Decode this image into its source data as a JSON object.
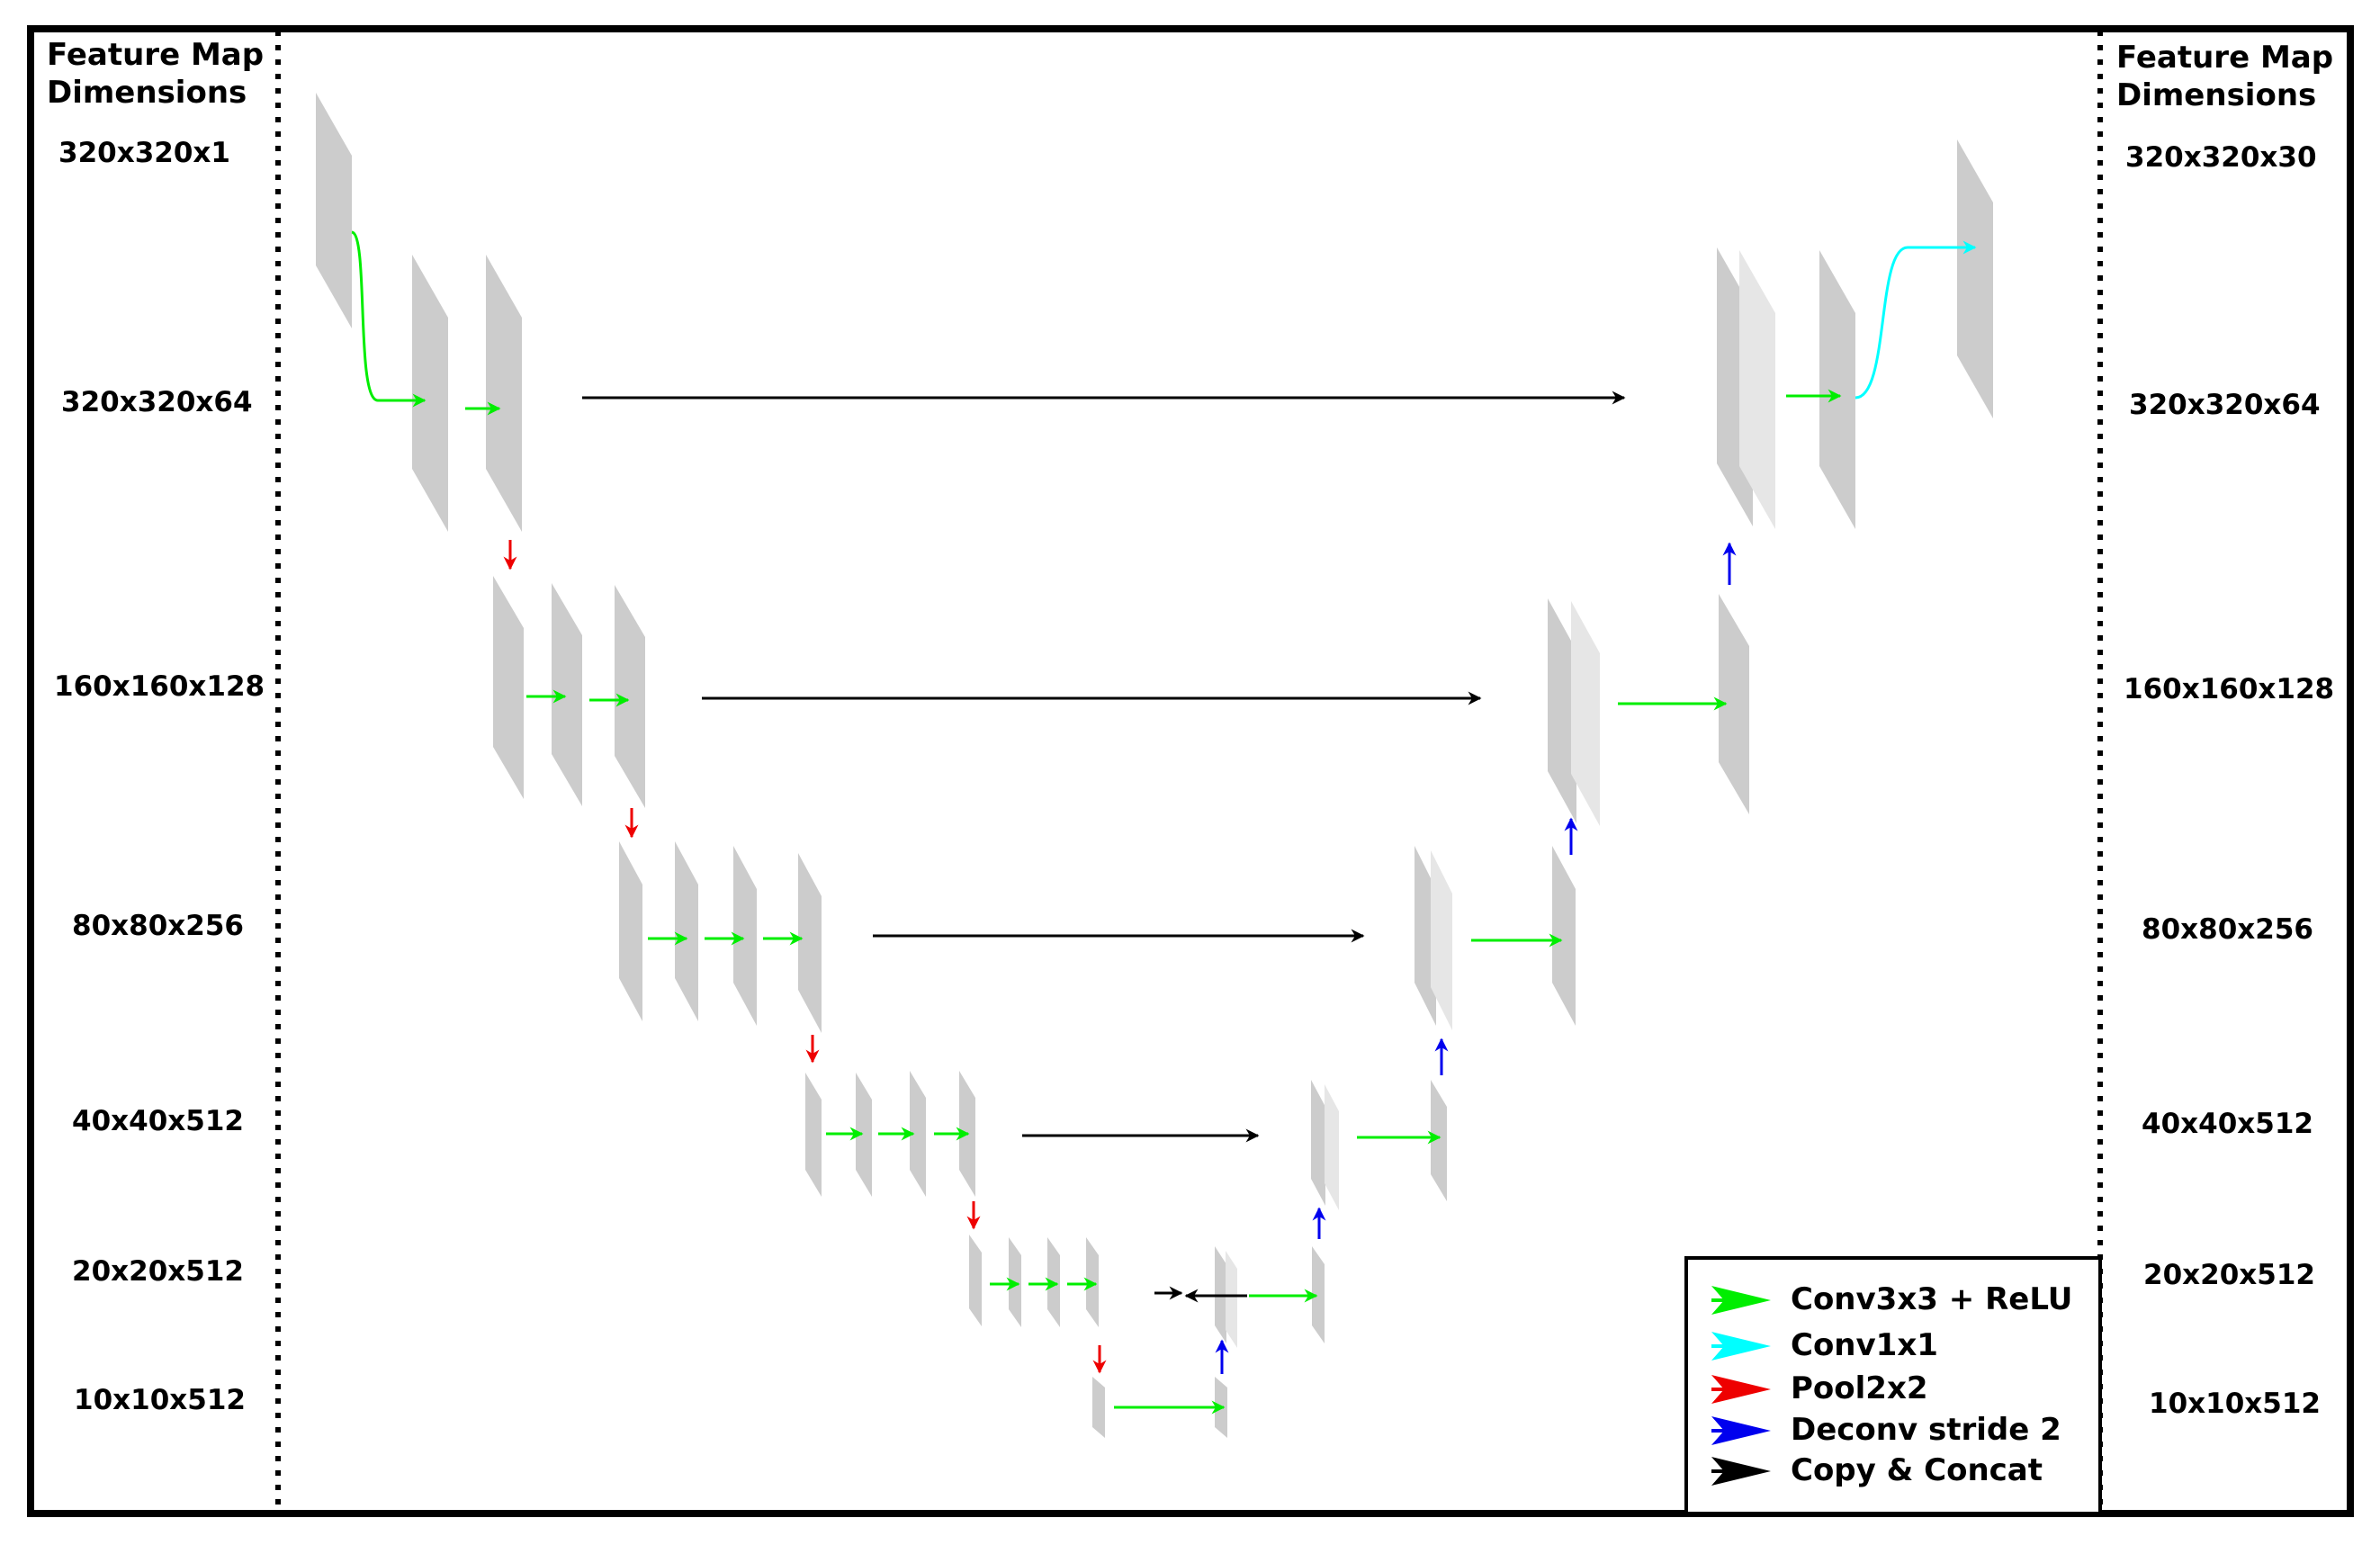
{
  "headers": {
    "left": [
      "Feature Map",
      "Dimensions"
    ],
    "right": [
      "Feature Map",
      "Dimensions"
    ]
  },
  "left_dims": [
    "320x320x1",
    "320x320x64",
    "160x160x128",
    "80x80x256",
    "40x40x512",
    "20x20x512",
    "10x10x512"
  ],
  "right_dims": [
    "320x320x30",
    "320x320x64",
    "160x160x128",
    "80x80x256",
    "40x40x512",
    "20x20x512",
    "10x10x512"
  ],
  "legend": [
    {
      "label": "Conv3x3 + ReLU",
      "color": "#00ee00"
    },
    {
      "label": "Conv1x1",
      "color": "#00ffff"
    },
    {
      "label": "Pool2x2",
      "color": "#ee0000"
    },
    {
      "label": "Deconv stride 2",
      "color": "#0000ee"
    },
    {
      "label": "Copy & Concat",
      "color": "#000000"
    }
  ],
  "colors": {
    "feature_map": "#cccccc",
    "concat_map": "#e6e6e6",
    "border": "#000000"
  }
}
